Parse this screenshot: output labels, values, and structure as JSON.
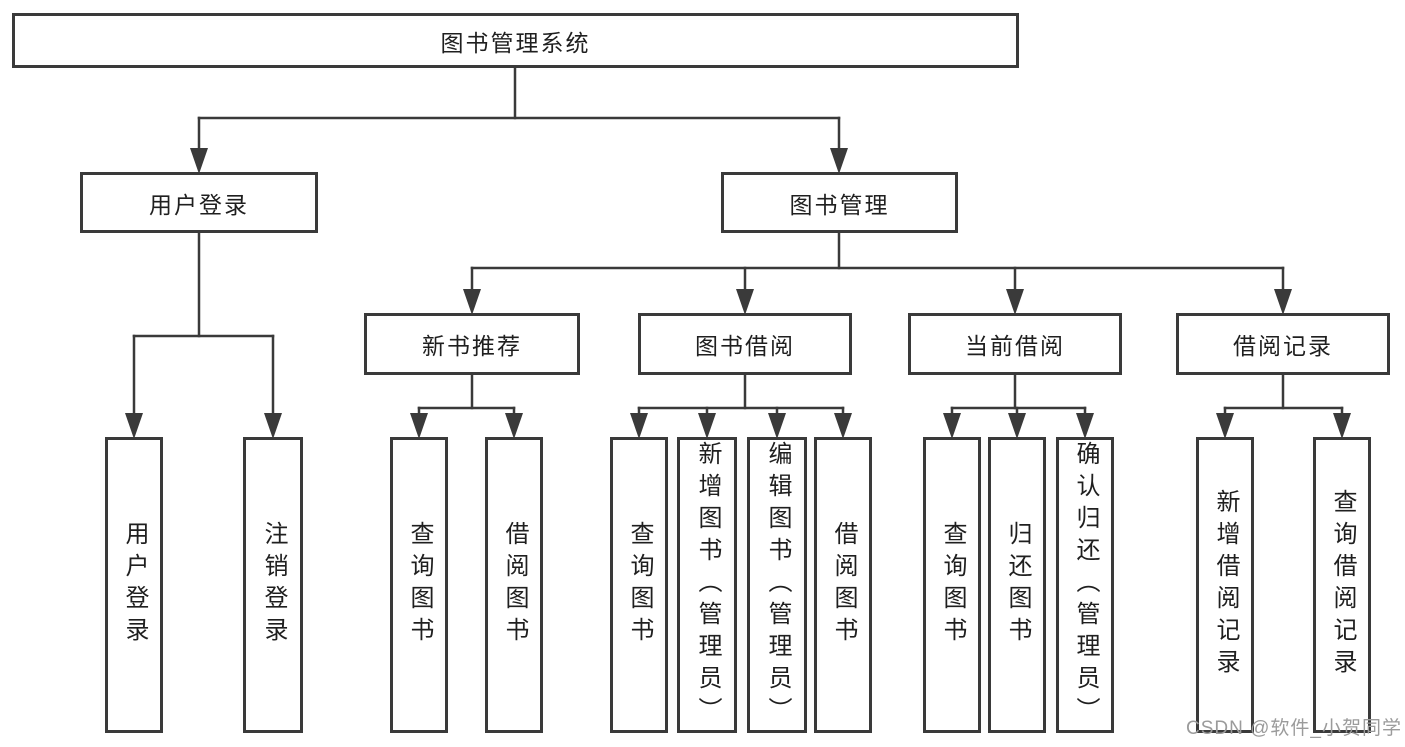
{
  "tree": {
    "root": "图书管理系统",
    "branches": [
      {
        "label": "用户登录",
        "children": [
          "用户登录",
          "注销登录"
        ]
      },
      {
        "label": "图书管理",
        "sections": [
          {
            "label": "新书推荐",
            "children": [
              "查询图书",
              "借阅图书"
            ]
          },
          {
            "label": "图书借阅",
            "children": [
              "查询图书",
              "新增图书（管理员）",
              "编辑图书（管理员）",
              "借阅图书"
            ]
          },
          {
            "label": "当前借阅",
            "children": [
              "查询图书",
              "归还图书",
              "确认归还（管理员）"
            ]
          },
          {
            "label": "借阅记录",
            "children": [
              "新增借阅记录",
              "查询借阅记录"
            ]
          }
        ]
      }
    ]
  },
  "watermark": {
    "text": "CSDN @软件_小贺同学"
  },
  "colors": {
    "line": "#3a3a3a",
    "text": "#1f1f1f",
    "watermark": "#9b9b9b",
    "background": "#ffffff"
  }
}
